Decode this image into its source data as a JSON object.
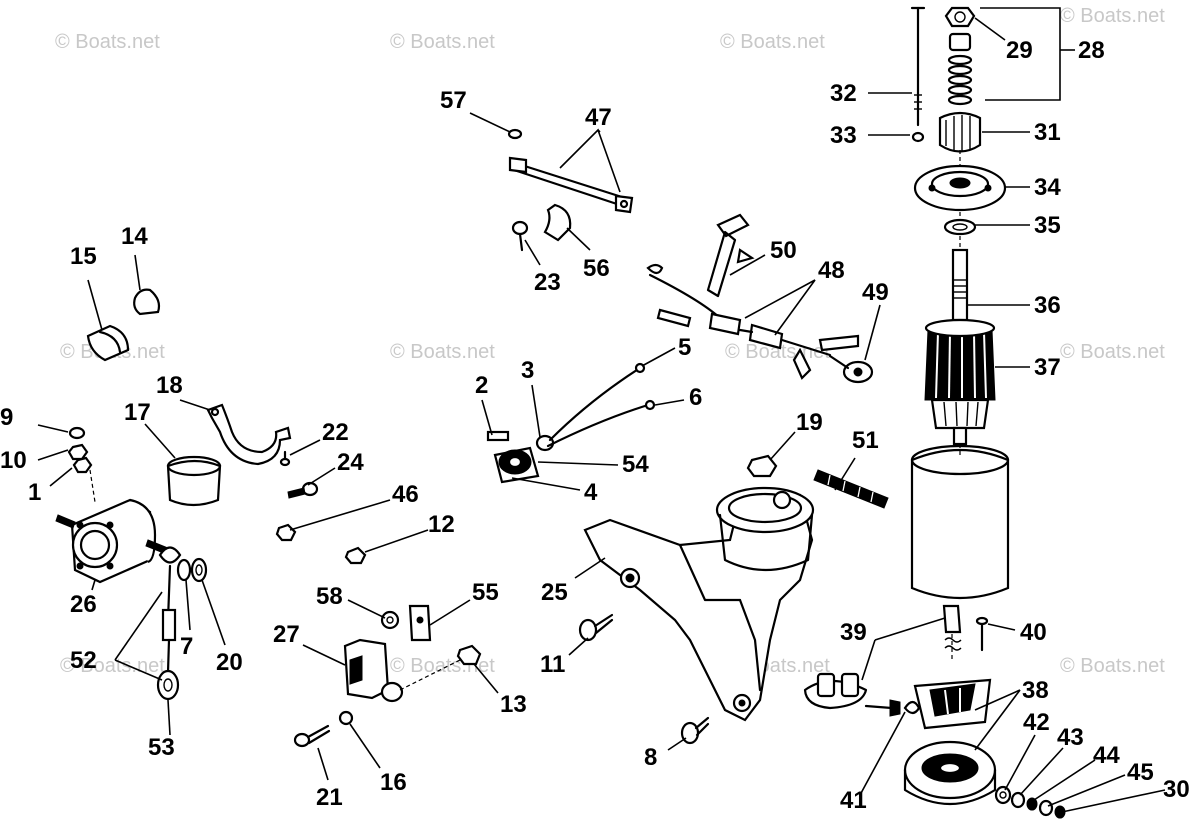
{
  "watermark": "© Boats.net",
  "callouts": {
    "n1": "1",
    "n2": "2",
    "n3": "3",
    "n4": "4",
    "n5": "5",
    "n6": "6",
    "n7": "7",
    "n8": "8",
    "n9": "9",
    "n10": "10",
    "n11": "11",
    "n12": "12",
    "n13": "13",
    "n14": "14",
    "n15": "15",
    "n16": "16",
    "n17": "17",
    "n18": "18",
    "n19": "19",
    "n20": "20",
    "n21": "21",
    "n22": "22",
    "n23": "23",
    "n24": "24",
    "n25": "25",
    "n26": "26",
    "n27": "27",
    "n28": "28",
    "n29": "29",
    "n30": "30",
    "n31": "31",
    "n32": "32",
    "n33": "33",
    "n34": "34",
    "n35": "35",
    "n36": "36",
    "n37": "37",
    "n38": "38",
    "n39": "39",
    "n40": "40",
    "n41": "41",
    "n42": "42",
    "n43": "43",
    "n44": "44",
    "n45": "45",
    "n46": "46",
    "n47": "47",
    "n48": "48",
    "n49": "49",
    "n50": "50",
    "n51": "51",
    "n52": "52",
    "n53": "53",
    "n54": "54",
    "n55": "55",
    "n56": "56",
    "n57": "57",
    "n58": "58"
  }
}
